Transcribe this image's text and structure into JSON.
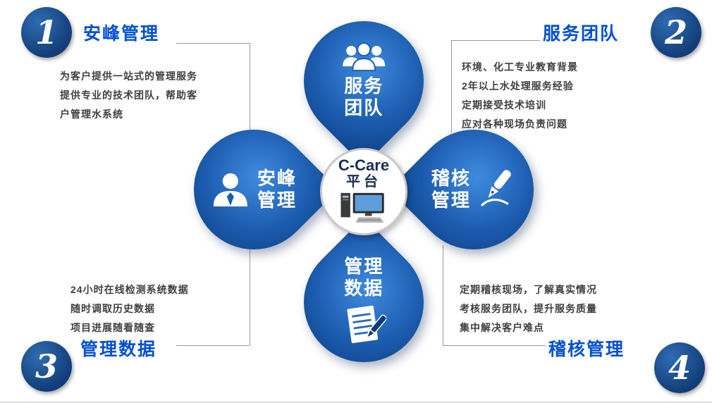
{
  "center": {
    "title": "C-Care",
    "subtitle": "平台",
    "icon": "computer-icon"
  },
  "petals": {
    "top": {
      "label": [
        "服务",
        "团队"
      ],
      "icon": "team-icon"
    },
    "left": {
      "label": [
        "安峰",
        "管理"
      ],
      "icon": "person-icon"
    },
    "right": {
      "label": [
        "稽核",
        "管理"
      ],
      "icon": "pen-icon"
    },
    "bottom": {
      "label": [
        "管理",
        "数据"
      ],
      "icon": "document-pen-icon"
    }
  },
  "corners": {
    "top_left": {
      "number": "1",
      "heading": "安峰管理",
      "lines": [
        "为客户提供一站式的管理服务",
        "提供专业的技术团队，帮助客",
        "户管理水系统"
      ]
    },
    "top_right": {
      "number": "2",
      "heading": "服务团队",
      "lines": [
        "环境、化工专业教育背景",
        "2年以上水处理服务经验",
        "定期接受技术培训",
        "应对各种现场负责问题"
      ]
    },
    "bottom_left": {
      "number": "3",
      "heading": "管理数据",
      "lines": [
        "24小时在线检测系统数据",
        "随时调取历史数据",
        "项目进展随看随查"
      ]
    },
    "bottom_right": {
      "number": "4",
      "heading": "稽核管理",
      "lines": [
        "定期稽核现场，了解真实情况",
        "考核服务团队，提升服务质量",
        "集中解决客户难点"
      ]
    }
  },
  "colors": {
    "heading_blue": "#0050d2",
    "petal_blue_light": "#3f8be0",
    "petal_blue_dark": "#0b3c82",
    "corner_navy": "#123e79",
    "body_text": "#404040"
  }
}
